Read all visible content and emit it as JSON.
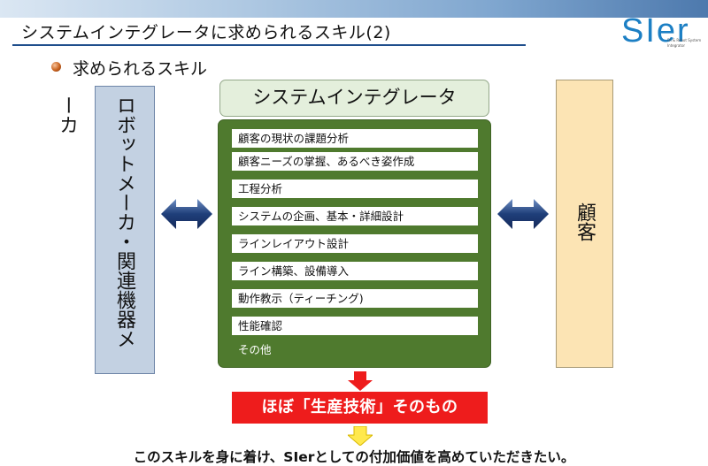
{
  "header": {
    "title": "システムインテグレータに求められるスキル(2)",
    "logo_text": "SIer",
    "logo_subtext_1": "FA & Robot System",
    "logo_subtext_2": "Integrator"
  },
  "bullet": {
    "label": "求められるスキル"
  },
  "left_box": {
    "label": "ロボットメーカ・関連機器メーカ"
  },
  "right_box": {
    "label": "顧客"
  },
  "center": {
    "header": "システムインテグレータ",
    "skills": [
      "顧客の現状の課題分析",
      "顧客ニーズの掌握、あるべき姿作成",
      "工程分析",
      "システムの企画、基本・詳細設計",
      "ラインレイアウト設計",
      "ライン構築、設備導入",
      "動作教示（ティーチング)",
      "性能確認"
    ],
    "other": "その他"
  },
  "banner": {
    "text": "ほぼ「生産技術」そのもの"
  },
  "conclusion": {
    "text": "このスキルを身に着け、SIerとしての付加価値を高めていただきたい。"
  },
  "colors": {
    "title_rule": "#1f4e8c",
    "logo": "#1c7fc4",
    "left_box": "#c3d1e2",
    "right_box": "#fce4b4",
    "center_header": "#e4efdc",
    "center_box": "#4f7a2e",
    "arrow": "#1f3f7a",
    "banner": "#ee1c1c",
    "down_arrow_red": "#ee1c1c",
    "down_arrow_yellow": "#ffe94d"
  }
}
